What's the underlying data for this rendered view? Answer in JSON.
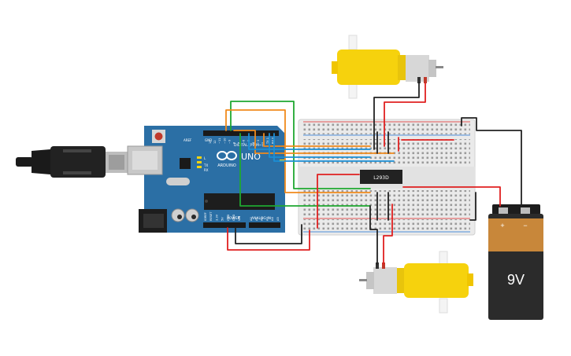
{
  "board": {
    "model": "UNO",
    "brand": "ARDUINO",
    "digital_label": "DIGITAL (PWM~)",
    "power_label": "POWER",
    "analog_label": "ANALOG IN",
    "aref_label": "AREF",
    "gnd_label": "GND",
    "tx_label": "TX",
    "rx_label": "RX",
    "l_label": "L",
    "on_label": "ON",
    "power_pins": [
      "IOREF",
      "RESET",
      "3.3V",
      "5V",
      "GND",
      "GND",
      "VIN"
    ],
    "analog_pins": [
      "A0",
      "A1",
      "A2",
      "A3",
      "A4",
      "A5"
    ],
    "digital_pins": [
      "13",
      "12",
      "~11",
      "~10",
      "~9",
      "8",
      "7",
      "~6",
      "~5",
      "4",
      "~3",
      "2",
      "TX 1",
      "RX 0"
    ]
  },
  "driver_ic": {
    "label": "L293D"
  },
  "battery": {
    "voltage": "9V",
    "plus": "+",
    "minus": "−"
  },
  "colors": {
    "board": "#2b6fa5",
    "motor": "#f6d20d",
    "wire_red": "#e02020",
    "wire_black": "#222222",
    "wire_blue": "#1b8fd6",
    "wire_orange": "#f08a1c",
    "wire_green": "#1fa830",
    "battery_body": "#2b2b2b",
    "battery_label": "#c8873a"
  }
}
